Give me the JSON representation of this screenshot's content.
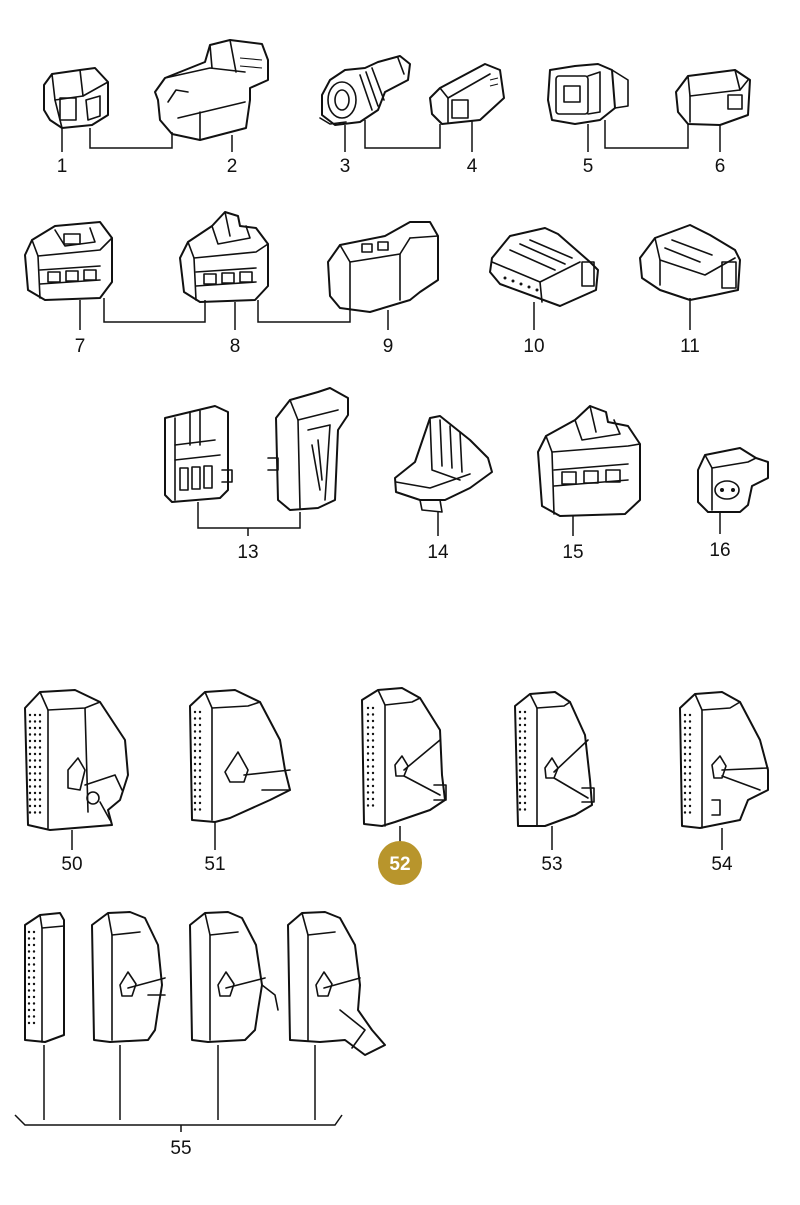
{
  "diagram": {
    "highlight_color": "#b8952c",
    "line_color": "#111111",
    "background": "#ffffff",
    "highlighted_part": "52",
    "callouts": {
      "p1": "1",
      "p2": "2",
      "p3": "3",
      "p4": "4",
      "p5": "5",
      "p6": "6",
      "p7": "7",
      "p8": "8",
      "p9": "9",
      "p10": "10",
      "p11": "11",
      "p13": "13",
      "p14": "14",
      "p15": "15",
      "p16": "16",
      "p50": "50",
      "p51": "51",
      "p52": "52",
      "p53": "53",
      "p54": "54",
      "p55": "55"
    }
  }
}
